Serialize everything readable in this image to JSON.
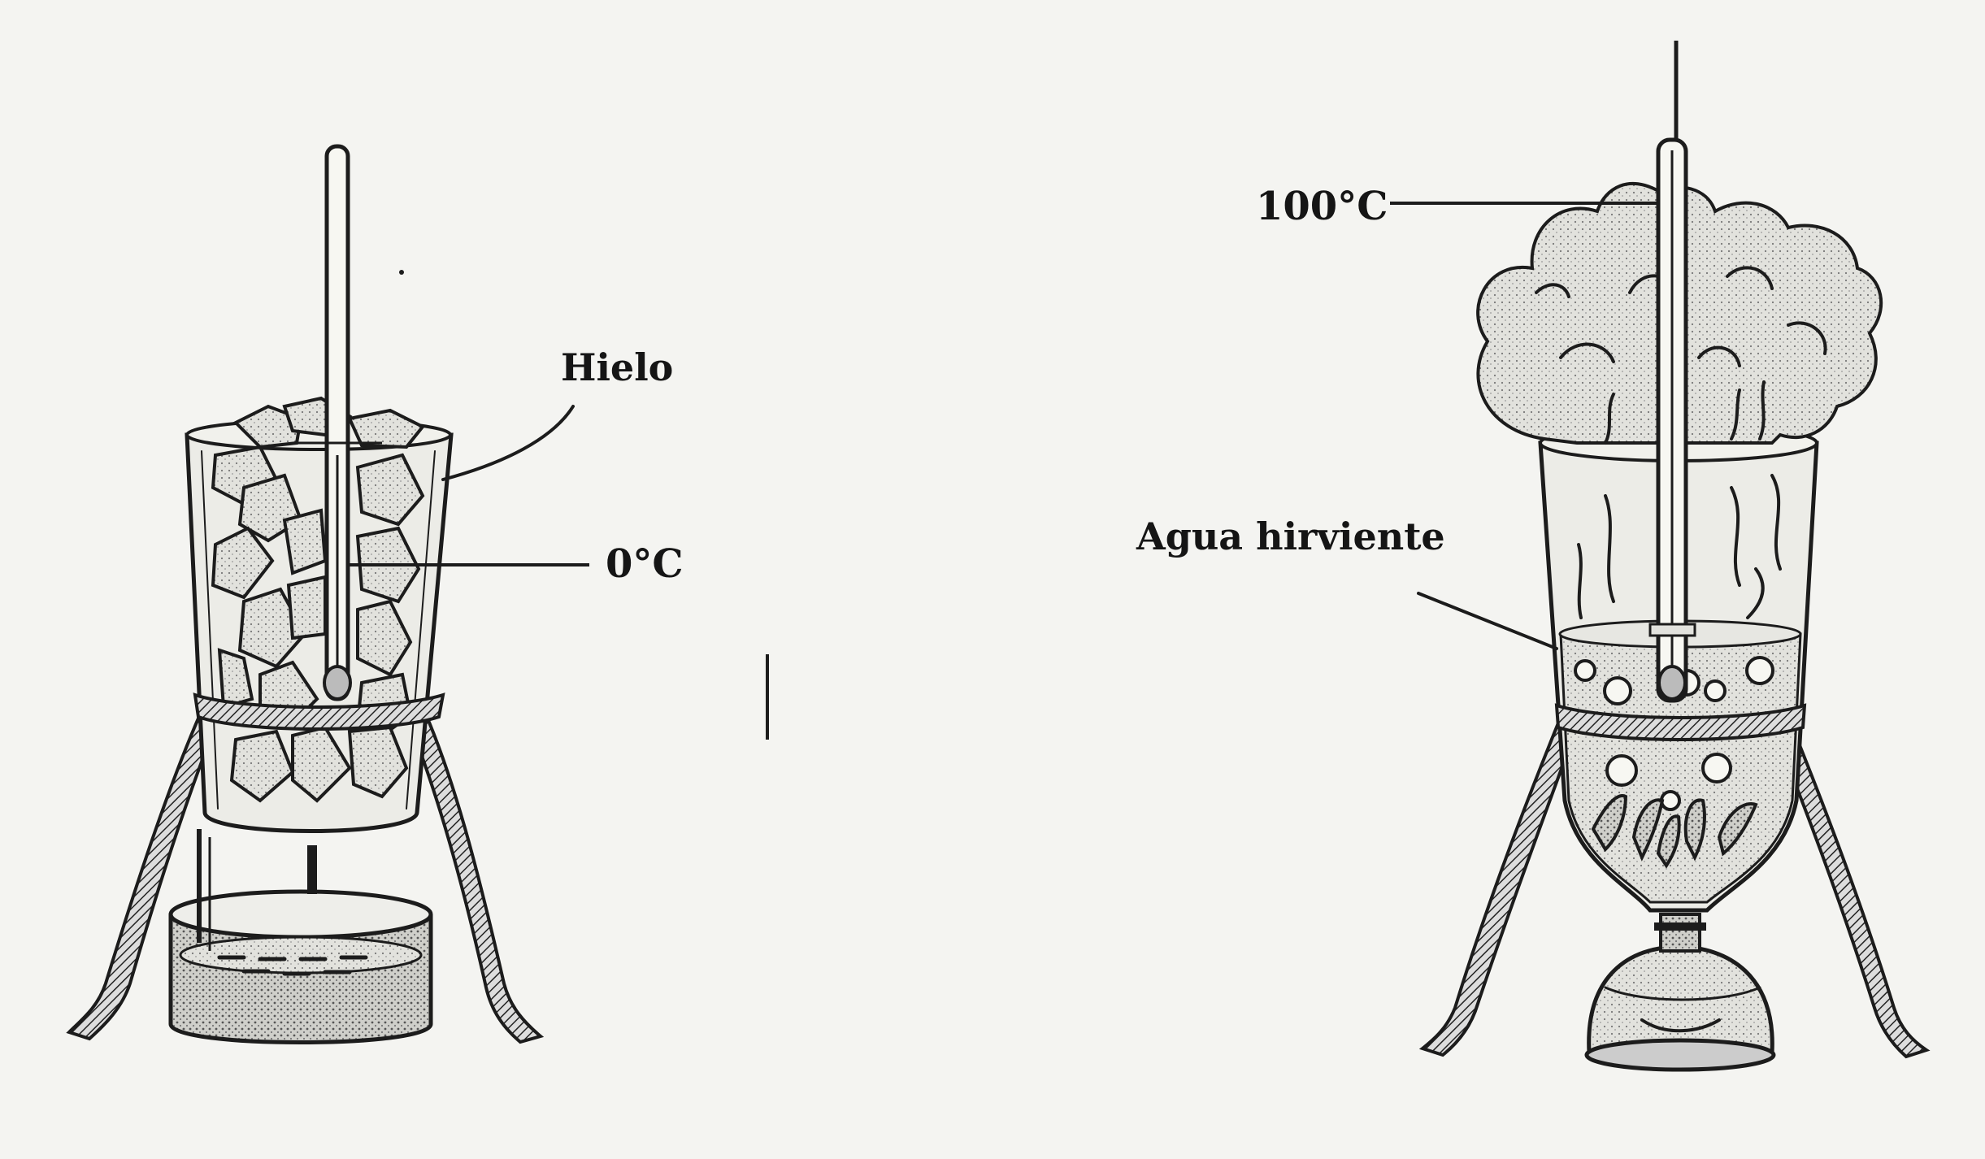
{
  "labels": {
    "ice": "Hielo",
    "zero": "0°C",
    "hundred": "100°C",
    "boiling": "Agua hirviente"
  },
  "colors": {
    "ink": "#1c1c1c",
    "paper": "#f4f4f1",
    "shade": "#9a9a96"
  }
}
